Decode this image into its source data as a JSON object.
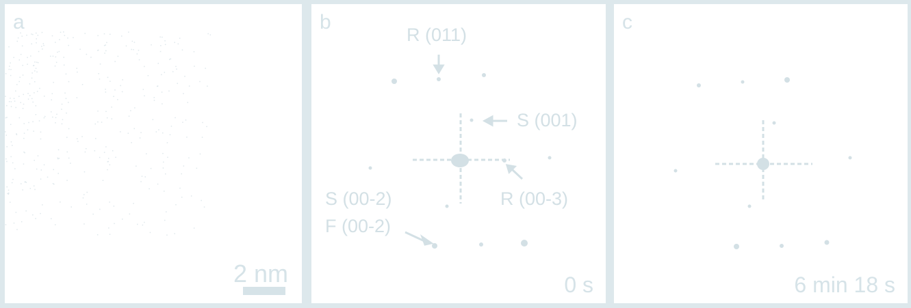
{
  "panels": {
    "a": {
      "label": "a",
      "scale_bar": "2 nm"
    },
    "b": {
      "label": "b",
      "time": "0 s",
      "annotations": {
        "r011": "R (011)",
        "s001": "S (001)",
        "s002": "S (00-2)",
        "f002": "F (00-2)",
        "r003": "R (00-3)"
      }
    },
    "c": {
      "label": "c",
      "time": "6 min 18 s"
    }
  },
  "colors": {
    "frame": "#dde8ec",
    "panel": "#ffffff",
    "mark": "#d3e0e5"
  }
}
